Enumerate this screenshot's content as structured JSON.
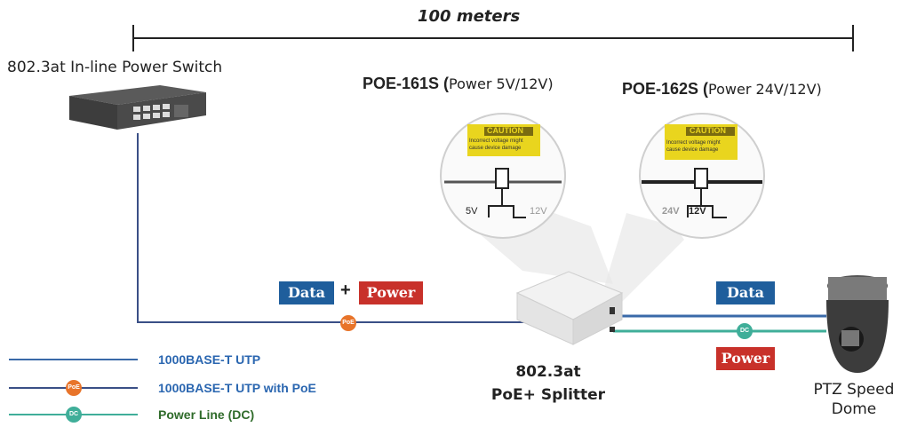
{
  "distance": "100 meters",
  "switch_label": "802.3at In-line Power Switch",
  "models": [
    {
      "name": "POE-161S",
      "paren_open": " (",
      "detail": "Power 5V/12V)",
      "caution_title": "CAUTION",
      "caution_text_1": "Incorrect voltage might",
      "caution_text_2": "cause device damage",
      "left_voltage": "5V",
      "right_voltage": "12V"
    },
    {
      "name": "POE-162S",
      "paren_open": " (",
      "detail": "Power 24V/12V)",
      "caution_title": "CAUTION",
      "caution_text_1": "Incorrect voltage might",
      "caution_text_2": "cause device damage",
      "left_voltage": "24V",
      "right_voltage": "12V"
    }
  ],
  "tags": {
    "data_left": "Data",
    "plus": "+",
    "power_left": "Power",
    "data_right": "Data",
    "power_right": "Power"
  },
  "badges": {
    "poe": "PoE",
    "dc": "DC"
  },
  "splitter_label_1": "802.3at",
  "splitter_label_2": "PoE+ Splitter",
  "ptz_label_1": "PTZ Speed",
  "ptz_label_2": "Dome",
  "legend": [
    {
      "text": "1000BASE-T UTP",
      "line_color": "#3a6aa8",
      "text_color": "#2a66b0"
    },
    {
      "text": "1000BASE-T UTP with PoE",
      "line_color": "#3a4f86",
      "text_color": "#2a66b0"
    },
    {
      "text": "Power Line (DC)",
      "line_color": "#3fae99",
      "text_color": "#2f6b2a"
    }
  ],
  "colors": {
    "utp": "#3a6aa8",
    "dc": "#3fae99",
    "poe_badge": "#e8742a",
    "dc_badge": "#3fae99",
    "data_tag": "#1f5e9c",
    "power_tag": "#c8312a"
  }
}
